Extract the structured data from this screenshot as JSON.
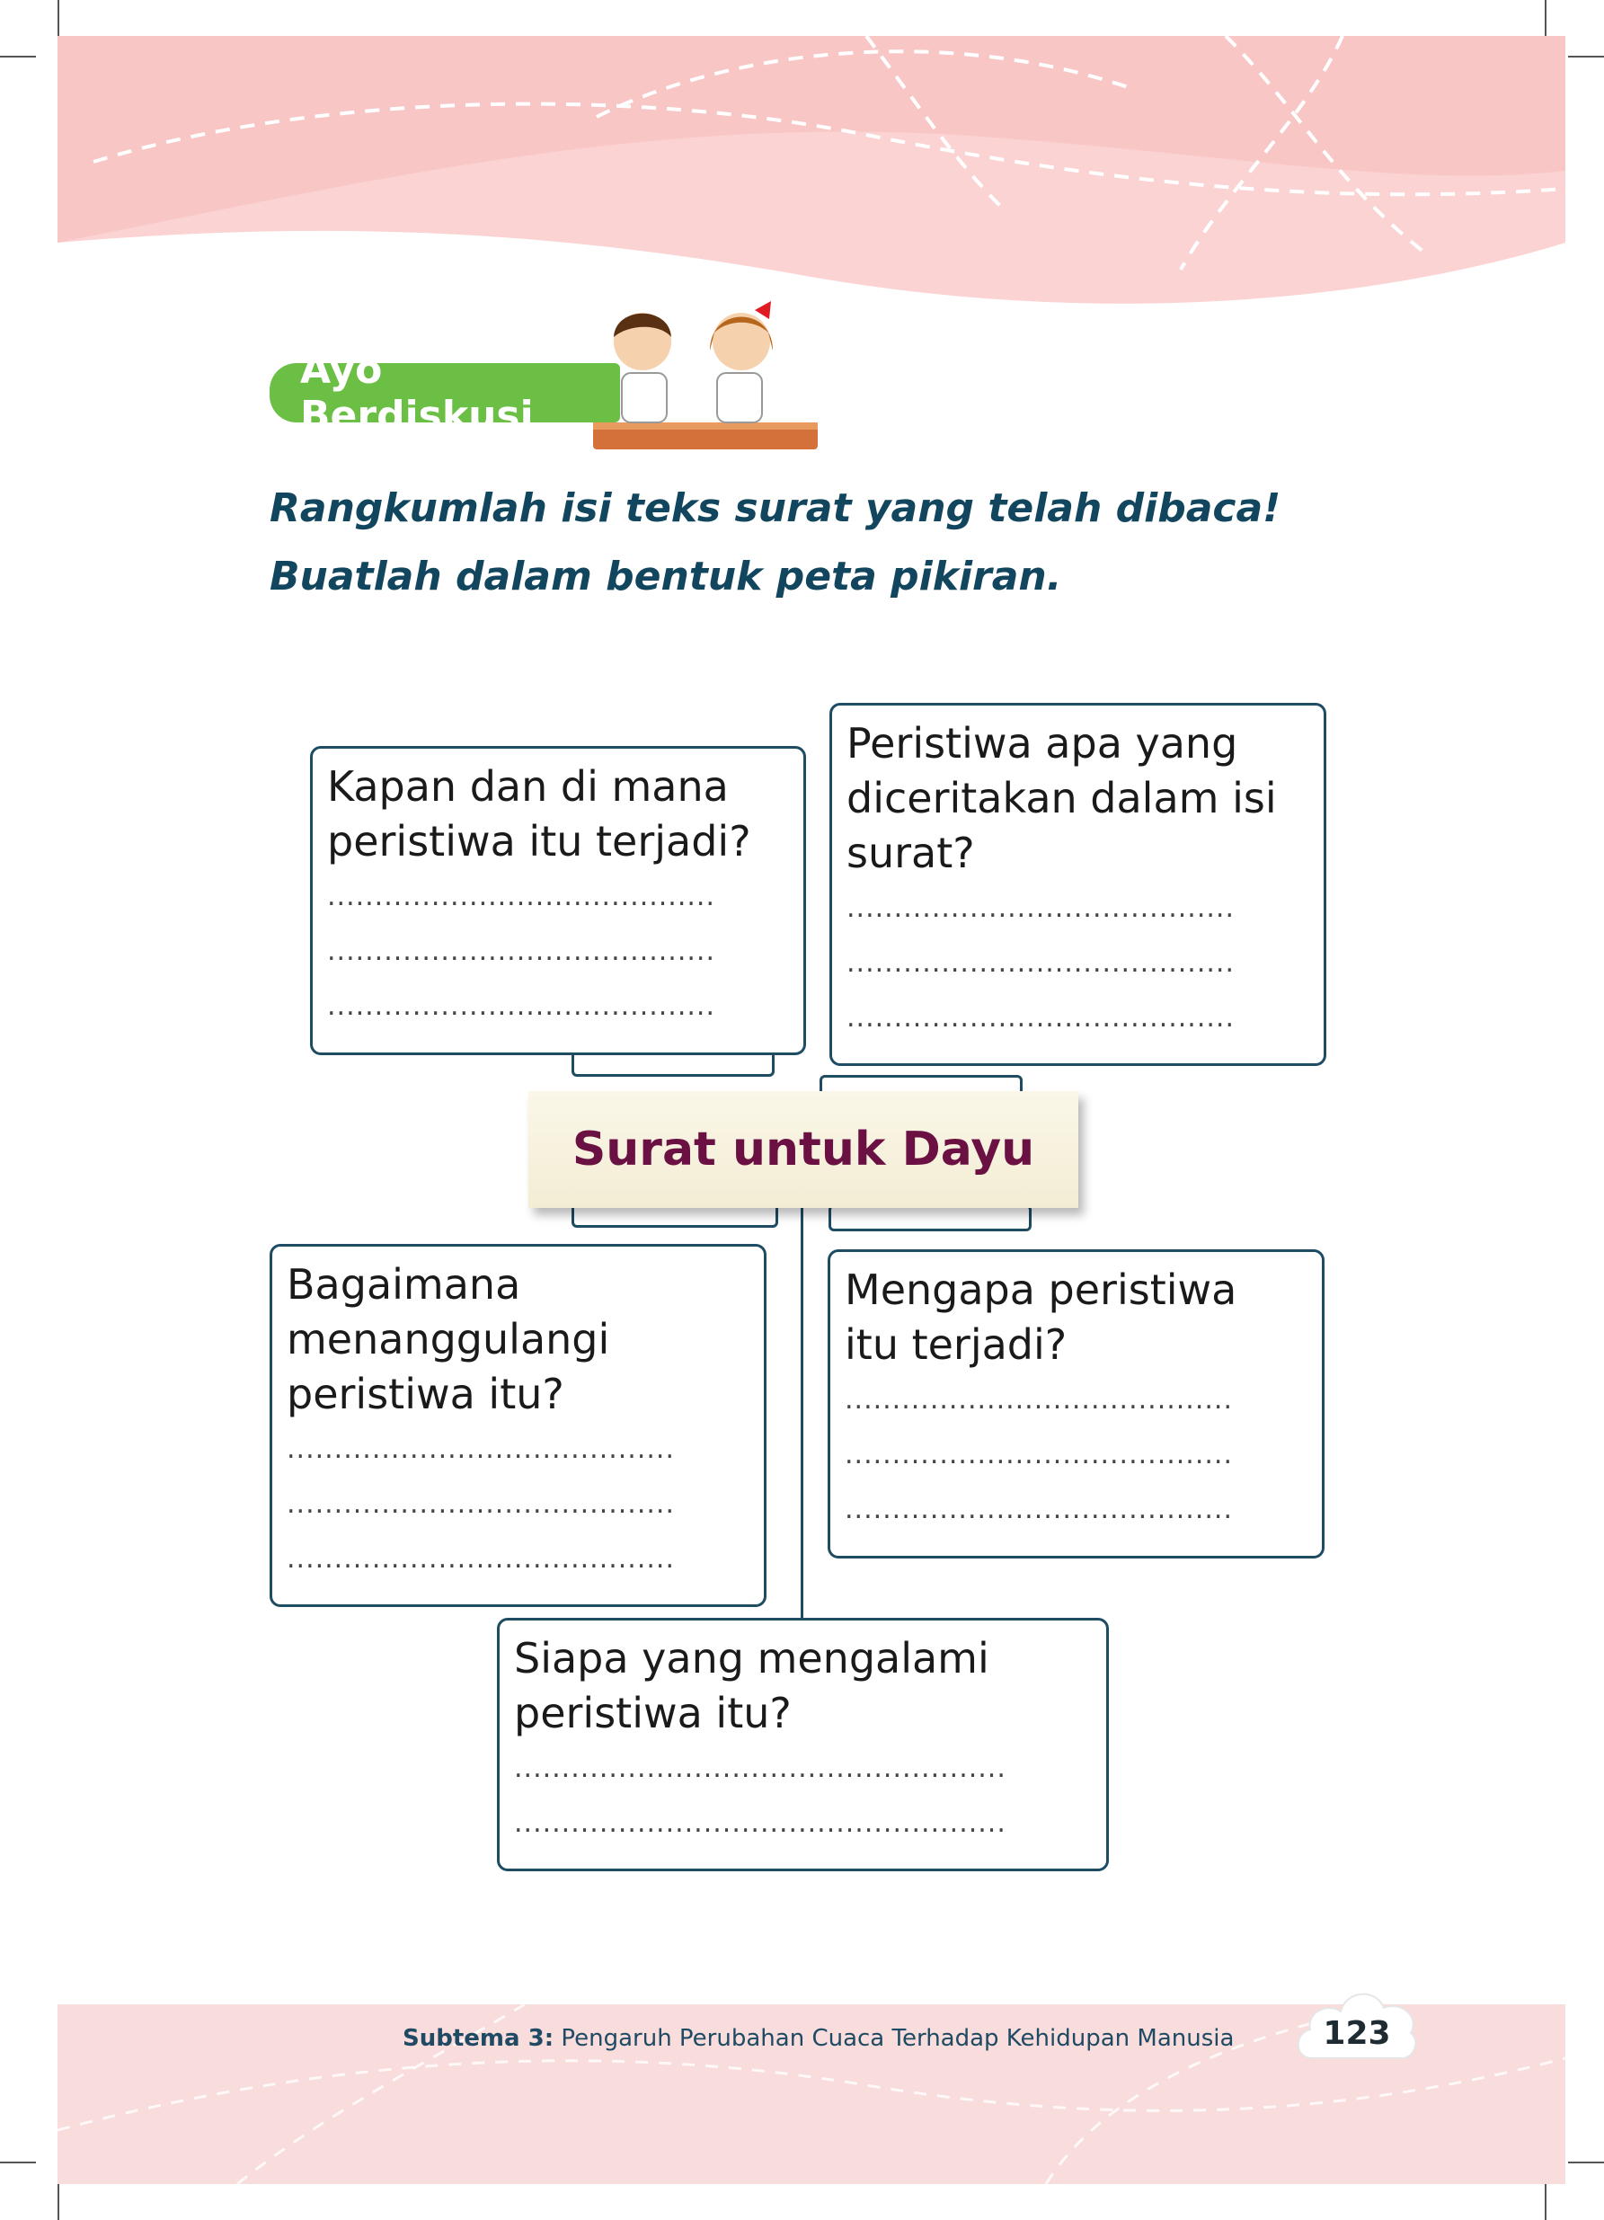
{
  "badge": {
    "label": "Ayo Berdiskusi"
  },
  "instructions": [
    "Rangkumlah isi teks surat yang telah dibaca!",
    "Buatlah dalam bentuk peta pikiran."
  ],
  "center": {
    "title": "Surat untuk Dayu"
  },
  "boxes": {
    "when_where": {
      "question": "Kapan dan di mana\nperistiwa itu terjadi?",
      "dots": ".........................................\n.........................................\n........................................."
    },
    "what_event": {
      "question": "Peristiwa apa yang\ndiceritakan dalam isi\nsurat?",
      "dots": ".........................................\n.........................................\n........................................."
    },
    "how_handle": {
      "question": "Bagaimana\nmenanggulangi\nperistiwa itu?",
      "dots": ".........................................\n.........................................\n........................................."
    },
    "why": {
      "question": "Mengapa peristiwa\nitu terjadi?",
      "dots": ".........................................\n.........................................\n........................................."
    },
    "who": {
      "question": "Siapa yang mengalami\nperistiwa itu?",
      "dots": "....................................................\n...................................................."
    }
  },
  "footer": {
    "subtema_label": "Subtema 3:",
    "subtema_text": " Pengaruh Perubahan Cuaca Terhadap Kehidupan Manusia",
    "page": "123"
  },
  "colors": {
    "badge_green": "#6cbf45",
    "heading_blue": "#11465e",
    "title_maroon": "#6b1042",
    "band_pink": "#f9dcdc",
    "border": "#1d4c63"
  }
}
